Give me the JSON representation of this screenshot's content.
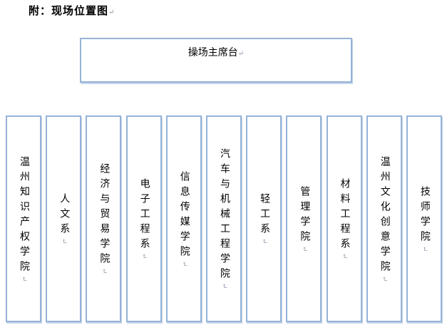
{
  "doc": {
    "title": "附：现场位置图"
  },
  "marks": {
    "paragraph": "↵"
  },
  "stage": {
    "label": "操场主席台"
  },
  "columns": [
    {
      "label": "温州知识产权学院"
    },
    {
      "label": "人文系"
    },
    {
      "label": "经济与贸易学院"
    },
    {
      "label": "电子工程系"
    },
    {
      "label": "信息传媒学院"
    },
    {
      "label": "汽车与机械工程学院"
    },
    {
      "label": "轻工系"
    },
    {
      "label": "管理学院"
    },
    {
      "label": "材料工程系"
    },
    {
      "label": "温州文化创意学院"
    },
    {
      "label": "技师学院"
    }
  ],
  "colors": {
    "border": "#95b3d7",
    "text": "#000000",
    "paragraph_mark": "#8f9aaa"
  }
}
